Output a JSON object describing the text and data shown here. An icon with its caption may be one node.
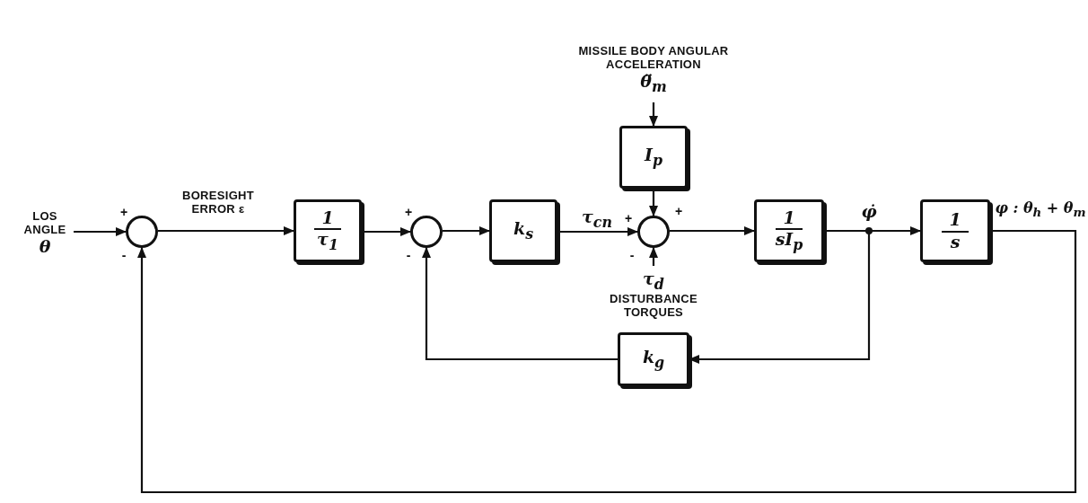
{
  "diagram": {
    "nodes": [
      {
        "text": [
          "LOS ANGLE",
          "θ"
        ]
      },
      {
        "text": [],
        "shape": "circle"
      },
      {
        "text": [
          "1",
          "τ$_{1}$"
        ]
      },
      {
        "text": [],
        "shape": "circle"
      },
      {
        "text": [
          "k$_{s}$"
        ]
      },
      {
        "text": [],
        "shape": "circle"
      },
      {
        "text": [
          "I$_{p}$"
        ]
      },
      {
        "text": [
          "1",
          "sI$_{p}$"
        ]
      },
      {
        "text": [
          "1",
          "s"
        ]
      },
      {
        "text": [
          "k$_{g}$"
        ]
      },
      {
        "text": [
          "MISSILE BODY ANGULAR ACCELERATION",
          "θ̈$_{m}$"
        ]
      },
      {
        "text": [
          "τ$_{d}$",
          "DISTURBANCE TORQUES"
        ]
      }
    ],
    "edges": [
      {
        "from": 0,
        "to": 1,
        "arrow": "to"
      },
      {
        "from": 1,
        "to": 2,
        "arrow": "to",
        "label": "BORESIGHT ERROR ε"
      },
      {
        "from": 2,
        "to": 3,
        "arrow": "to"
      },
      {
        "from": 3,
        "to": 4,
        "arrow": "to"
      },
      {
        "from": 4,
        "to": 5,
        "arrow": "to",
        "label": "τ$_{cn}$"
      },
      {
        "from": 10,
        "to": 6,
        "arrow": "to"
      },
      {
        "from": 6,
        "to": 5,
        "arrow": "to"
      },
      {
        "from": 11,
        "to": 5,
        "arrow": "to"
      },
      {
        "from": 5,
        "to": 7,
        "arrow": "to"
      },
      {
        "from": 7,
        "to": 8,
        "arrow": "to",
        "label": "φ̇"
      },
      {
        "from": 7,
        "to": 9,
        "arrow": "to"
      },
      {
        "from": 9,
        "to": 3,
        "arrow": "to"
      },
      {
        "from": 8,
        "to": 1,
        "arrow": "to",
        "label": "φ : θ$_{h}$ + θ$_{m}$"
      }
    ],
    "labels": [
      "+",
      "-",
      "+",
      "-",
      "+",
      "+",
      "-"
    ]
  }
}
